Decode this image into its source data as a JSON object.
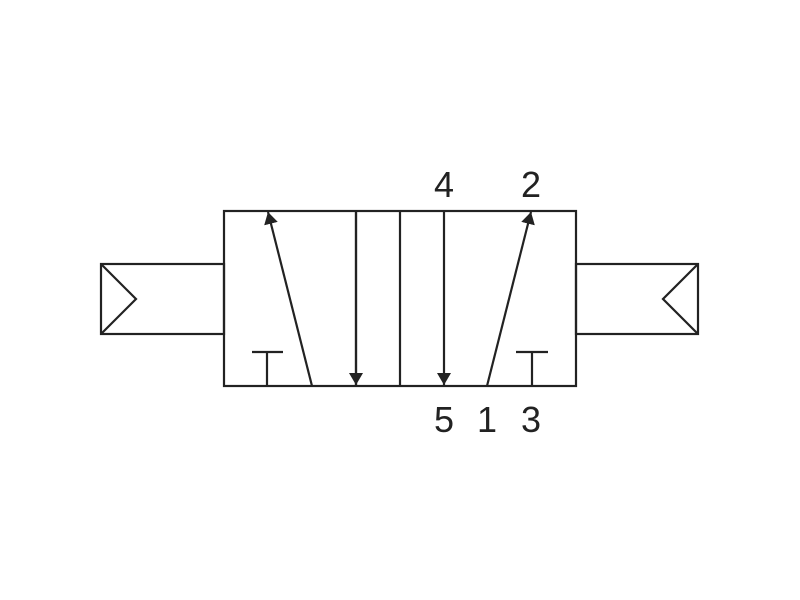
{
  "colors": {
    "line": "#222222",
    "background": "#ffffff"
  },
  "ports": {
    "top": [
      "4",
      "2"
    ],
    "bottom": [
      "5",
      "1",
      "3"
    ]
  }
}
